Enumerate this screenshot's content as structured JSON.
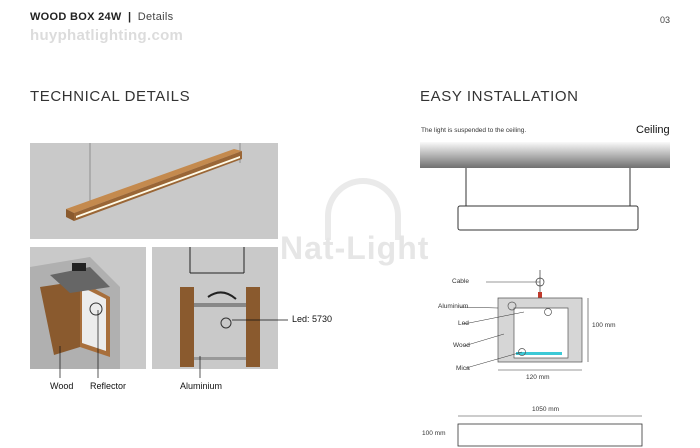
{
  "header": {
    "product": "WOOD BOX 24W",
    "separator": "|",
    "section": "Details",
    "page_number": "03",
    "website": "huyphatlighting.com"
  },
  "watermark": "Nat-Light",
  "technical": {
    "title": "TECHNICAL DETAILS",
    "labels": {
      "wood": "Wood",
      "reflector": "Reflector",
      "aluminium": "Aluminium",
      "led": "Led: 5730"
    }
  },
  "installation": {
    "title": "EASY INSTALLATION",
    "note": "The light is suspended to the ceiling.",
    "ceiling": "Ceiling",
    "section_labels": {
      "cable": "Cable",
      "aluminium": "Aluminium",
      "led": "Led",
      "wood": "Wood",
      "mica": "Mica"
    },
    "dimensions": {
      "height": "100 mm",
      "width": "120 mm",
      "length": "1050 mm",
      "side_height": "100 mm"
    }
  },
  "colors": {
    "wood": "#8a5a2e",
    "panel": "#c9c9c9",
    "ceiling_light": "#fafafa",
    "ceiling_dark": "#707070",
    "marker_red": "#c0392b",
    "mica_cyan": "#3cc9d6"
  }
}
